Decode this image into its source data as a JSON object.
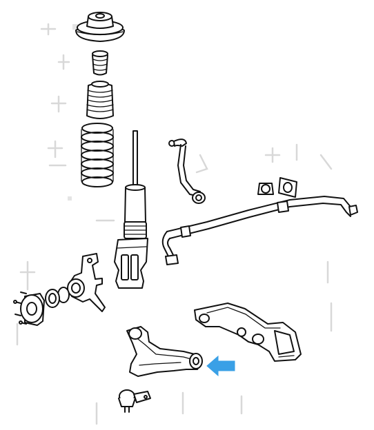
{
  "diagram": {
    "parts": [
      {
        "id": "strut-mount",
        "icon": "strut-mount-icon"
      },
      {
        "id": "bump-stop",
        "icon": "bump-stop-icon"
      },
      {
        "id": "dust-boot",
        "icon": "dust-boot-icon"
      },
      {
        "id": "coil-spring",
        "icon": "coil-spring-icon"
      },
      {
        "id": "shock-absorber",
        "icon": "shock-absorber-icon"
      },
      {
        "id": "stabilizer-link",
        "icon": "stabilizer-link-icon"
      },
      {
        "id": "stabilizer-bushing",
        "icon": "bushing-icon"
      },
      {
        "id": "stabilizer-bar",
        "icon": "stabilizer-bar-icon"
      },
      {
        "id": "steering-knuckle",
        "icon": "steering-knuckle-icon"
      },
      {
        "id": "wheel-hub",
        "icon": "wheel-hub-icon"
      },
      {
        "id": "crossmember",
        "icon": "crossmember-icon"
      },
      {
        "id": "lower-control-arm",
        "icon": "control-arm-icon"
      },
      {
        "id": "ball-joint",
        "icon": "ball-joint-icon"
      }
    ],
    "pointer": {
      "icon": "arrow-left-icon",
      "color": "#3aa0e6",
      "target": "lower-control-arm"
    }
  },
  "colors": {
    "line": "#111111",
    "background": "#ffffff",
    "ghost": "#d8d8d8",
    "arrow": "#3aa0e6"
  }
}
